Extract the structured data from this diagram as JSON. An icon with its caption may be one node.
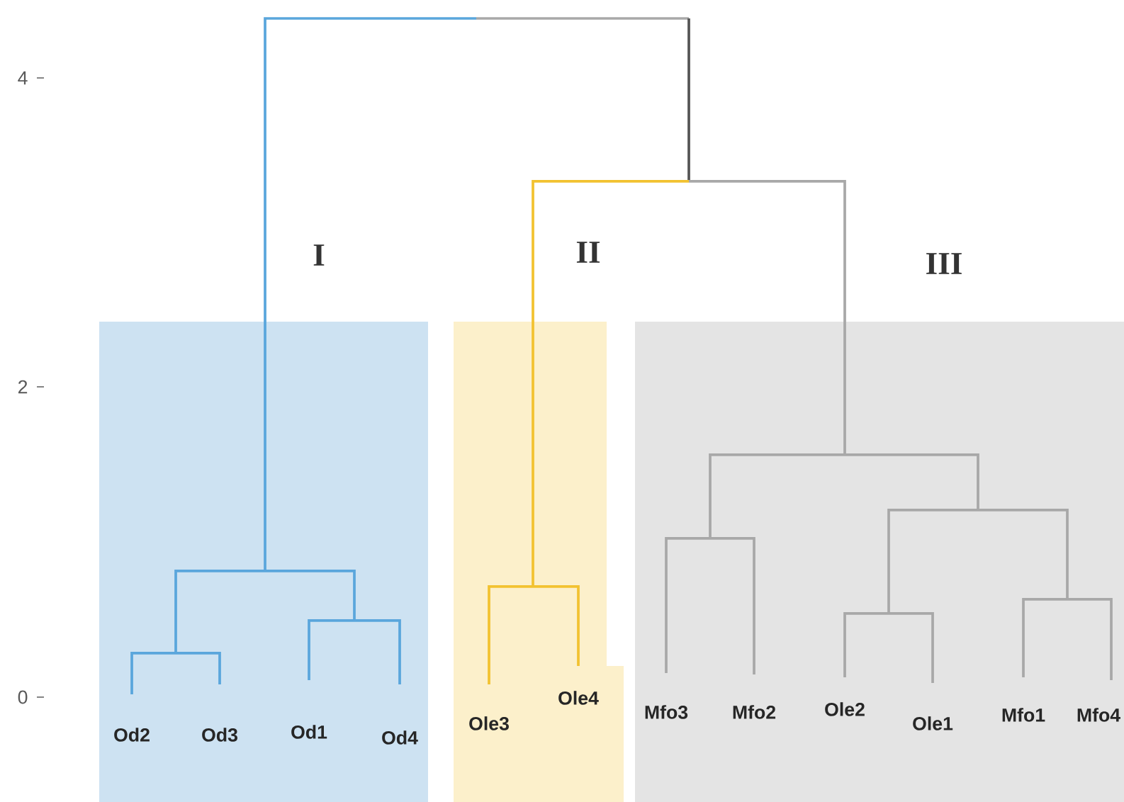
{
  "diagram": {
    "nodes": [
      {
        "text": [
          "I"
        ]
      },
      {
        "text": [
          "II"
        ]
      },
      {
        "text": [
          "III"
        ]
      },
      {
        "text": [
          "Od2"
        ],
        "in": 0
      },
      {
        "text": [
          "Od3"
        ],
        "in": 0
      },
      {
        "text": [
          "Od1"
        ],
        "in": 0
      },
      {
        "text": [
          "Od4"
        ],
        "in": 0
      },
      {
        "text": [
          "Ole3"
        ],
        "in": 1
      },
      {
        "text": [
          "Ole4"
        ],
        "in": 1
      },
      {
        "text": [
          "Mfo3"
        ],
        "in": 2
      },
      {
        "text": [
          "Mfo2"
        ],
        "in": 2
      },
      {
        "text": [
          "Ole2"
        ],
        "in": 2
      },
      {
        "text": [
          "Ole1"
        ],
        "in": 2
      },
      {
        "text": [
          "Mfo1"
        ],
        "in": 2
      },
      {
        "text": [
          "Mfo4"
        ],
        "in": 2
      }
    ],
    "labels": [
      "4",
      "2",
      "0"
    ]
  }
}
